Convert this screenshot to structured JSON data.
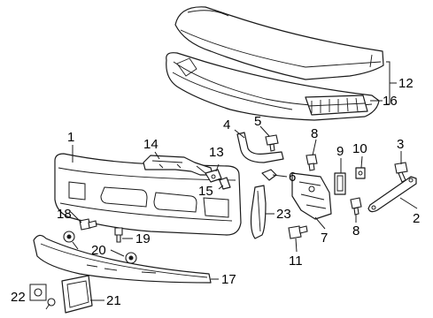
{
  "diagram": {
    "callouts": [
      "1",
      "2",
      "3",
      "4",
      "5",
      "6",
      "7",
      "8",
      "8",
      "9",
      "10",
      "11",
      "12",
      "13",
      "14",
      "15",
      "16",
      "17",
      "18",
      "19",
      "20",
      "21",
      "22",
      "23"
    ]
  }
}
